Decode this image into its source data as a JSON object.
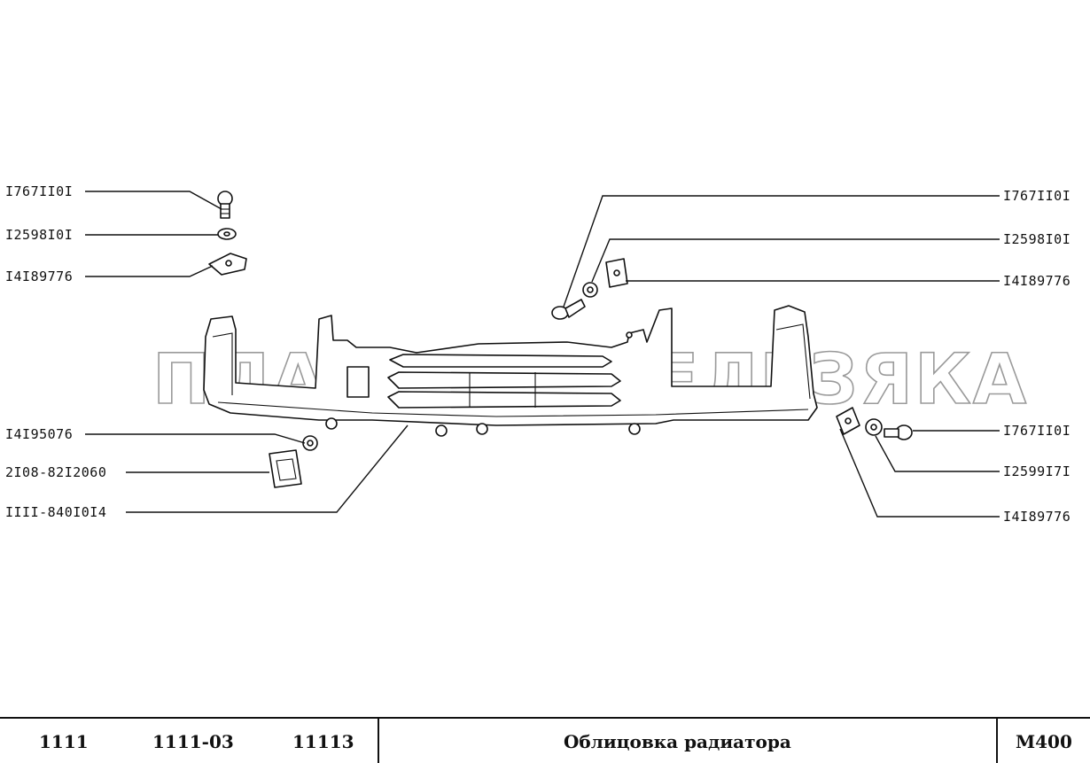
{
  "watermark": "ПЛАНЕТА ЖЕЛЕЗЯКА",
  "callouts": {
    "left": [
      {
        "part_no": "I767II0I"
      },
      {
        "part_no": "I2598I0I"
      },
      {
        "part_no": "I4I89776"
      },
      {
        "part_no": "I4I95076"
      },
      {
        "part_no": "2I08-82I2060"
      },
      {
        "part_no": "IIII-840I0I4"
      }
    ],
    "right": [
      {
        "part_no": "I767II0I"
      },
      {
        "part_no": "I2598I0I"
      },
      {
        "part_no": "I4I89776"
      },
      {
        "part_no": "I767II0I"
      },
      {
        "part_no": "I2599I7I"
      },
      {
        "part_no": "I4I89776"
      }
    ]
  },
  "footer": {
    "models": [
      "1111",
      "1111-03",
      "11113"
    ],
    "title": "Облицовка радиатора",
    "code": "M400"
  }
}
